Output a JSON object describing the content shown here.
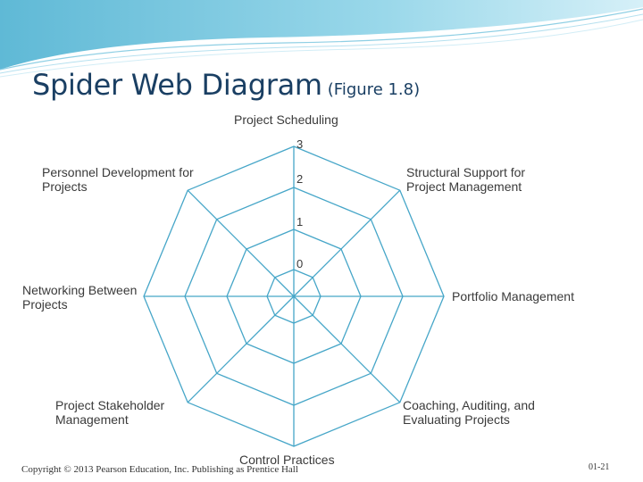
{
  "slide": {
    "title": "Spider Web Diagram",
    "subtitle": "(Figure 1.8)"
  },
  "diagram": {
    "axes": [
      {
        "label": "Project Scheduling"
      },
      {
        "label": "Structural Support for Project Management"
      },
      {
        "label": "Portfolio Management"
      },
      {
        "label": "Coaching, Auditing, and Evaluating Projects"
      },
      {
        "label": "Control Practices"
      },
      {
        "label": "Project Stakeholder Management"
      },
      {
        "label": "Networking Between Projects"
      },
      {
        "label": "Personnel Development for Projects"
      }
    ],
    "scale": [
      "0",
      "1",
      "2",
      "3"
    ],
    "line_color": "#46a6c8"
  },
  "footer": {
    "copyright": "Copyright © 2013 Pearson Education, Inc. Publishing as Prentice Hall",
    "page": "01-21"
  }
}
